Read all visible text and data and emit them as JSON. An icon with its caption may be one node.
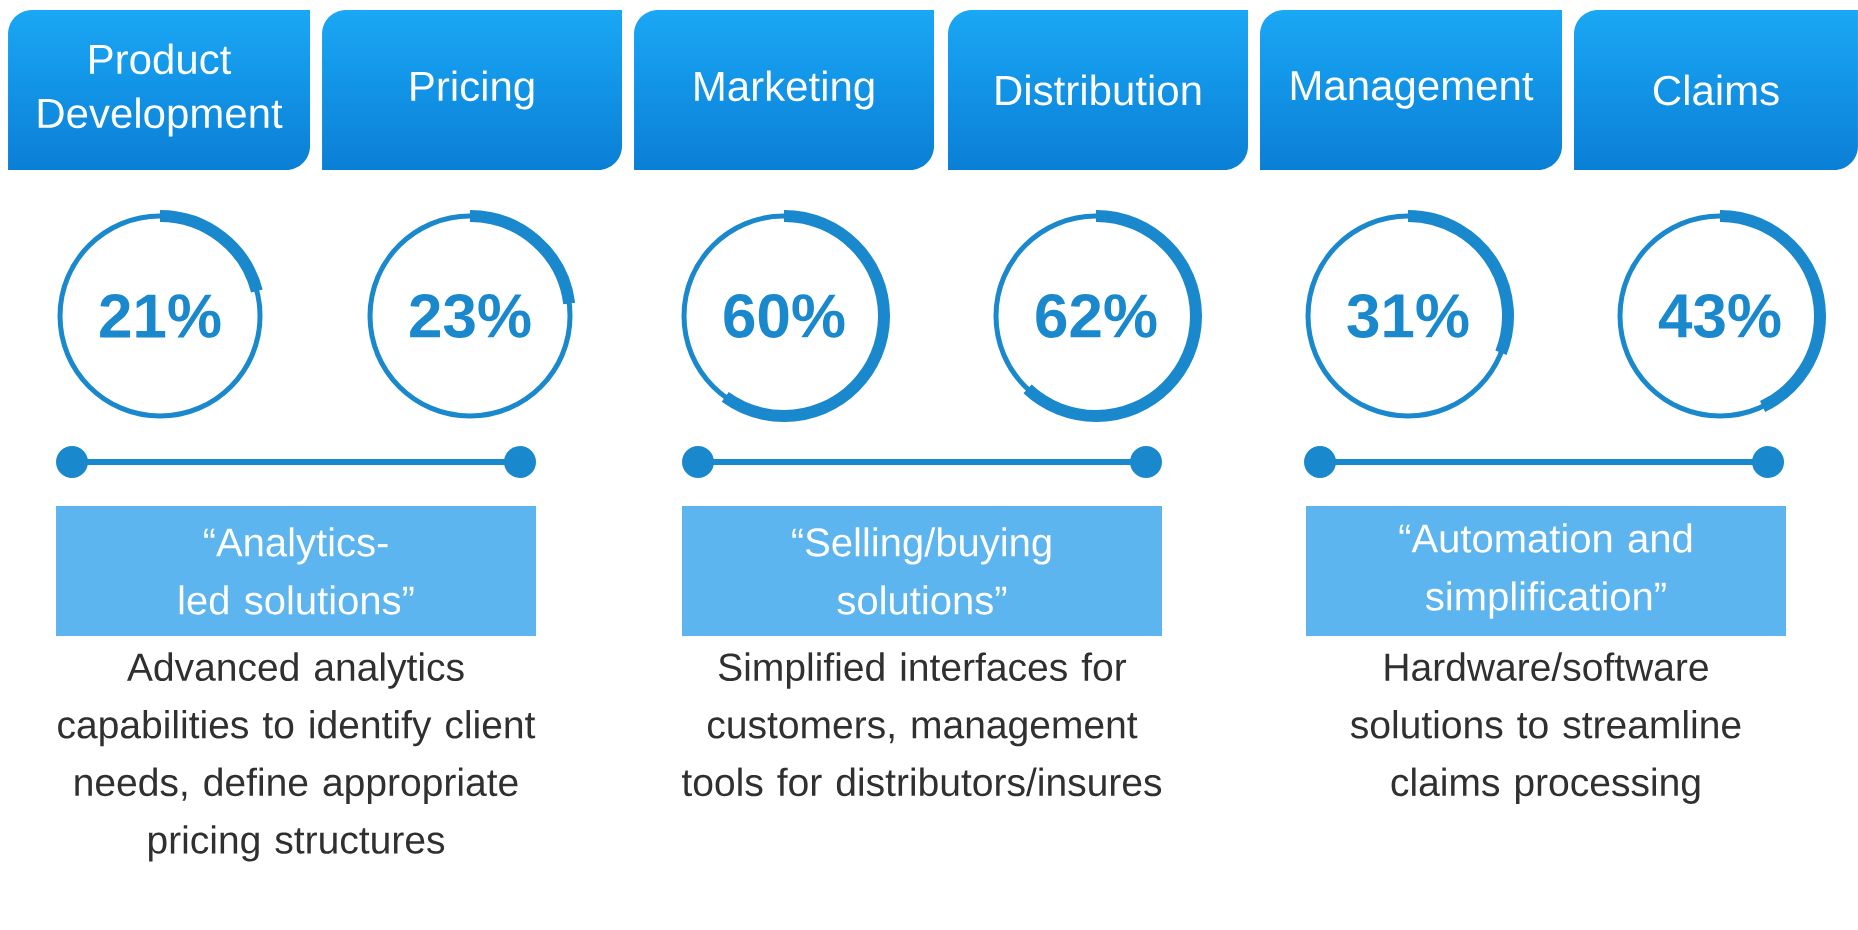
{
  "diagram": {
    "nodes": [
      {
        "text": [
          "Product Development"
        ]
      },
      {
        "text": [
          "Pricing"
        ]
      },
      {
        "text": [
          "Marketing"
        ]
      },
      {
        "text": [
          "Distribution"
        ]
      },
      {
        "text": [
          "Management"
        ]
      },
      {
        "text": [
          "Claims"
        ]
      },
      {
        "text": [
          "21%"
        ]
      },
      {
        "text": [
          "23%"
        ]
      },
      {
        "text": [
          "60%"
        ]
      },
      {
        "text": [
          "62%"
        ]
      },
      {
        "text": [
          "31%"
        ]
      },
      {
        "text": [
          "43%"
        ]
      },
      {
        "text": [
          "“Analytics-led solutions”"
        ],
        "beside": [
          "Advanced analytics capabilities to identify client needs, define appropriate pricing structures"
        ]
      },
      {
        "text": [
          "“Selling/buying solutions”"
        ],
        "beside": [
          "Simplified interfaces for customers, management tools for distributors/insures"
        ]
      },
      {
        "text": [
          "“Automation and simplification”"
        ],
        "beside": [
          "Hardware/software solutions to streamline claims processing"
        ]
      }
    ]
  }
}
